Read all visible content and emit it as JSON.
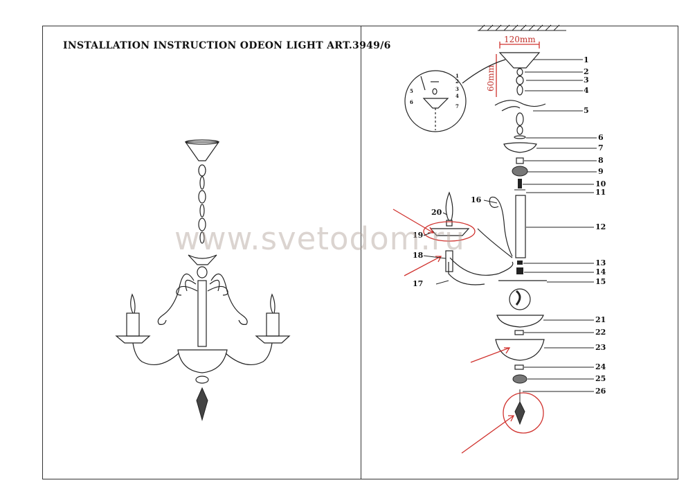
{
  "title": "INSTALLATION INSTRUCTION ODEON LIGHT ART.3949/6",
  "watermark": "www.svetodom.ru",
  "dimensions": {
    "width": "120mm",
    "height": "60mm"
  },
  "inset_labels": [
    "1",
    "2",
    "3",
    "4",
    "5",
    "6",
    "7"
  ],
  "part_labels": [
    "1",
    "2",
    "3",
    "4",
    "5",
    "6",
    "7",
    "8",
    "9",
    "10",
    "11",
    "12",
    "13",
    "14",
    "15",
    "16",
    "17",
    "18",
    "19",
    "20",
    "21",
    "22",
    "23",
    "24",
    "25",
    "26"
  ],
  "colors": {
    "annotation": "#d0312d",
    "line": "#222222"
  }
}
